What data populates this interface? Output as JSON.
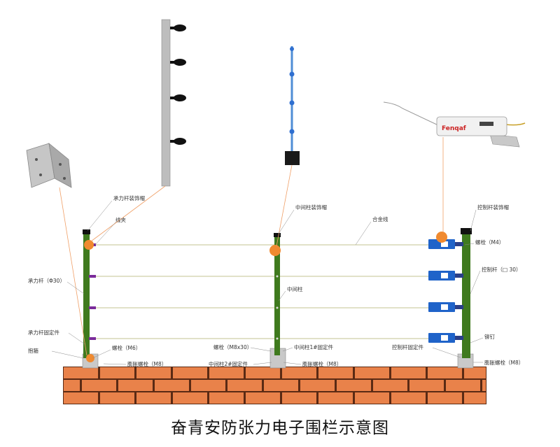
{
  "title": "奋青安防张力电子围栏示意图",
  "brand": "Fenqaf",
  "labels": {
    "tension_cap": "承力杆装饰帽",
    "wire_clip": "线夹",
    "tension_pole": "承力杆（Φ30）",
    "tension_fix": "承力杆固定件",
    "bracket": "抱箍",
    "bolt_m6": "螺栓（M6）",
    "expansion_bolt_1": "膨胀螺栓（M8）",
    "middle_cap": "中间柱装饰帽",
    "alloy_wire": "合金线",
    "middle_post": "中间柱",
    "bolt_m8x30": "螺栓（M8x30）",
    "middle_fix_1": "中间柱1#固定件",
    "middle_fix_2": "中间柱2#固定件",
    "expansion_bolt_2": "膨胀螺栓（M8）",
    "control_cap": "控制杆装饰帽",
    "bolt_m4": "螺栓（M4）",
    "control_pole": "控制杆（□ 30）",
    "rivet": "铆钉",
    "control_fix": "控制杆固定件",
    "expansion_bolt_3": "膨胀螺栓（M8）"
  },
  "colors": {
    "pole": "#3f7a1e",
    "wire": "#c8c8a0",
    "callout_dot": "#f08a30",
    "brick": "#e9824a",
    "mortar": "#5a2a14",
    "insulator_blue": "#1f63c9",
    "insulator_purple": "#7a2a9a"
  }
}
